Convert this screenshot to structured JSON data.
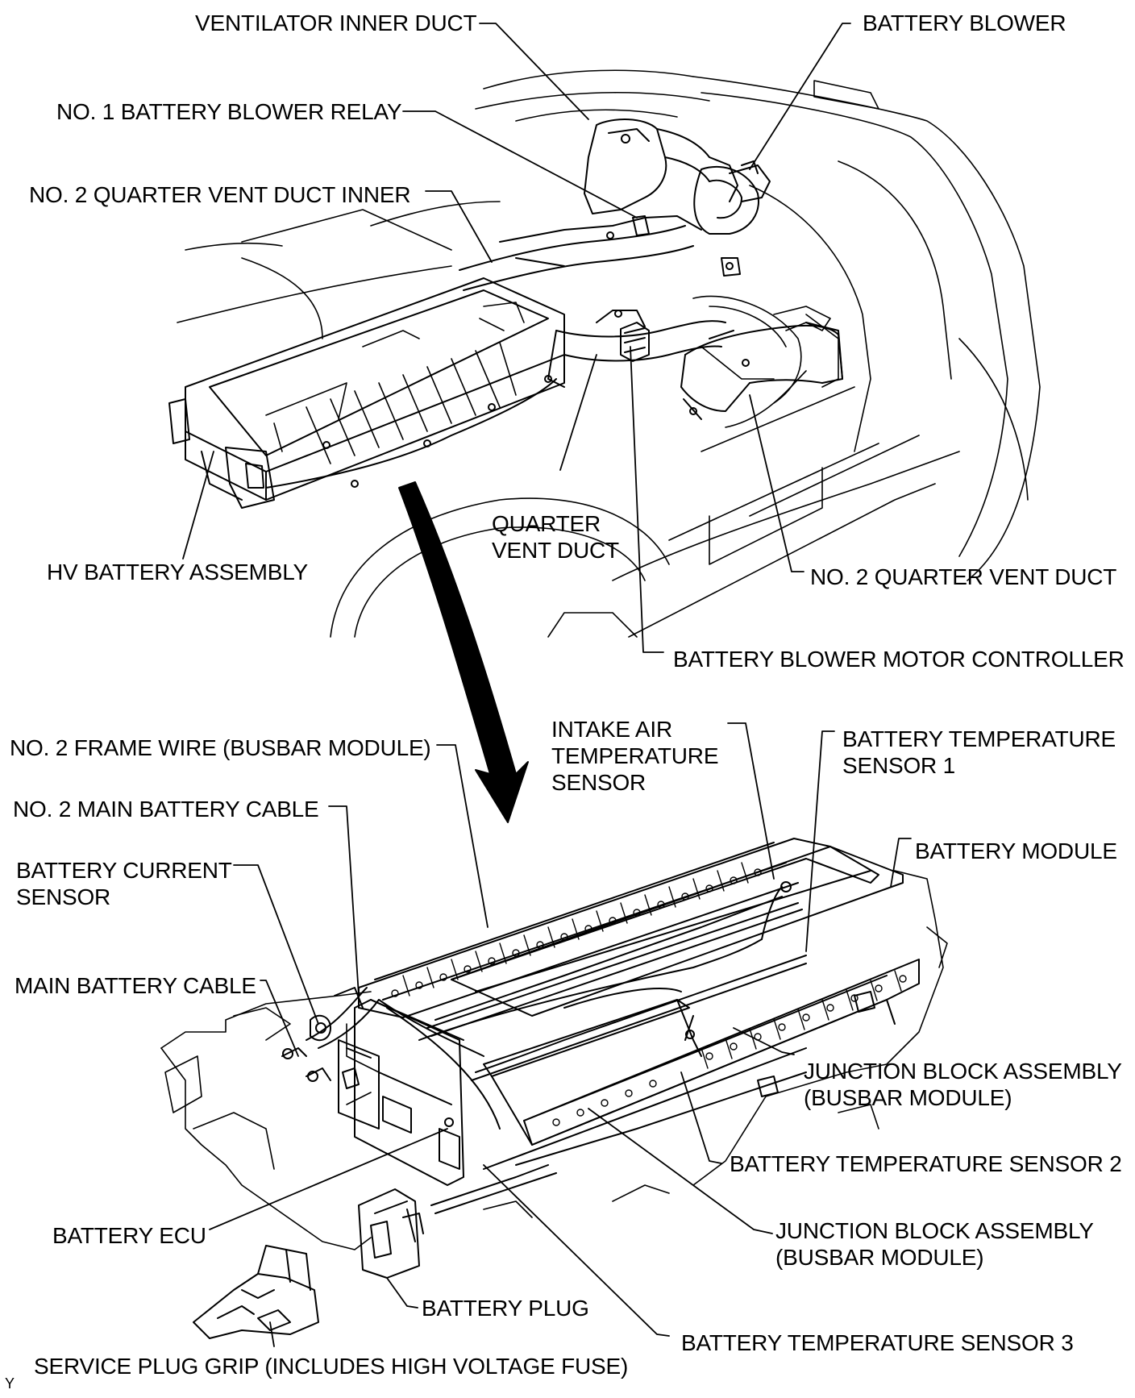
{
  "labels": {
    "ventilator_inner_duct": "VENTILATOR INNER DUCT",
    "battery_blower": "BATTERY BLOWER",
    "no1_battery_blower_relay": "NO. 1 BATTERY BLOWER RELAY",
    "no2_quarter_vent_duct_inner": "NO. 2 QUARTER VENT DUCT INNER",
    "hv_battery_assembly": "HV BATTERY ASSEMBLY",
    "quarter_vent_duct": [
      "QUARTER",
      "VENT DUCT"
    ],
    "no2_quarter_vent_duct": "NO. 2 QUARTER VENT DUCT",
    "battery_blower_motor_controller": "BATTERY BLOWER MOTOR CONTROLLER",
    "no2_frame_wire": "NO. 2 FRAME WIRE (BUSBAR MODULE)",
    "intake_air_temperature_sensor": [
      "INTAKE AIR",
      "TEMPERATURE",
      "SENSOR"
    ],
    "battery_temperature_sensor_1": [
      "BATTERY TEMPERATURE",
      "SENSOR 1"
    ],
    "no2_main_battery_cable": "NO. 2 MAIN BATTERY CABLE",
    "battery_module": "BATTERY MODULE",
    "battery_current_sensor": [
      "BATTERY CURRENT",
      "SENSOR"
    ],
    "main_battery_cable": "MAIN BATTERY CABLE",
    "junction_block_assembly_upper": [
      "JUNCTION BLOCK ASSEMBLY",
      "(BUSBAR MODULE)"
    ],
    "battery_temperature_sensor_2": "BATTERY TEMPERATURE SENSOR 2",
    "battery_ecu": "BATTERY ECU",
    "junction_block_assembly_lower": [
      "JUNCTION BLOCK ASSEMBLY",
      "(BUSBAR MODULE)"
    ],
    "battery_plug": "BATTERY PLUG",
    "battery_temperature_sensor_3": "BATTERY TEMPERATURE SENSOR 3",
    "service_plug_grip": "SERVICE PLUG GRIP (INCLUDES HIGH VOLTAGE FUSE)"
  },
  "corner_mark": "Y"
}
